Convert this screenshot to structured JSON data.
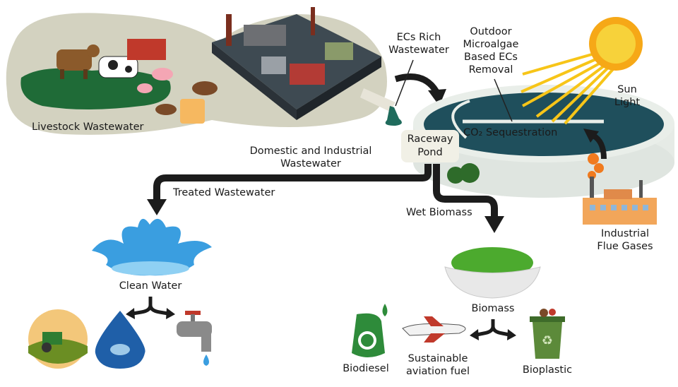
{
  "labels": {
    "ecs_rich": [
      "ECs Rich",
      "Wastewater"
    ],
    "outdoor": [
      "Outdoor",
      "Microalgae",
      "Based ECs",
      "Removal"
    ],
    "sun": [
      "Sun",
      "Light"
    ],
    "co2": "CO₂ Sequestration",
    "raceway": [
      "Raceway",
      "Pond"
    ],
    "livestock": "Livestock Wastewater",
    "domestic": [
      "Domestic and Industrial",
      "Wastewater"
    ],
    "treated": "Treated Wastewater",
    "wet_biomass": "Wet Biomass",
    "flue": [
      "Industrial",
      "Flue Gases"
    ],
    "clean_water": "Clean Water",
    "biomass": "Biomass",
    "biodiesel": "Biodiesel",
    "aviation": [
      "Sustainable",
      "aviation fuel"
    ],
    "bioplastic": "Bioplastic"
  },
  "colors": {
    "pond": "#1f4f5c",
    "algae": "#4caa2e",
    "water": "#3a9ee0",
    "sun": "#f7c518",
    "arrow": "#1c1c1c",
    "blob": "#d3d2c0"
  }
}
